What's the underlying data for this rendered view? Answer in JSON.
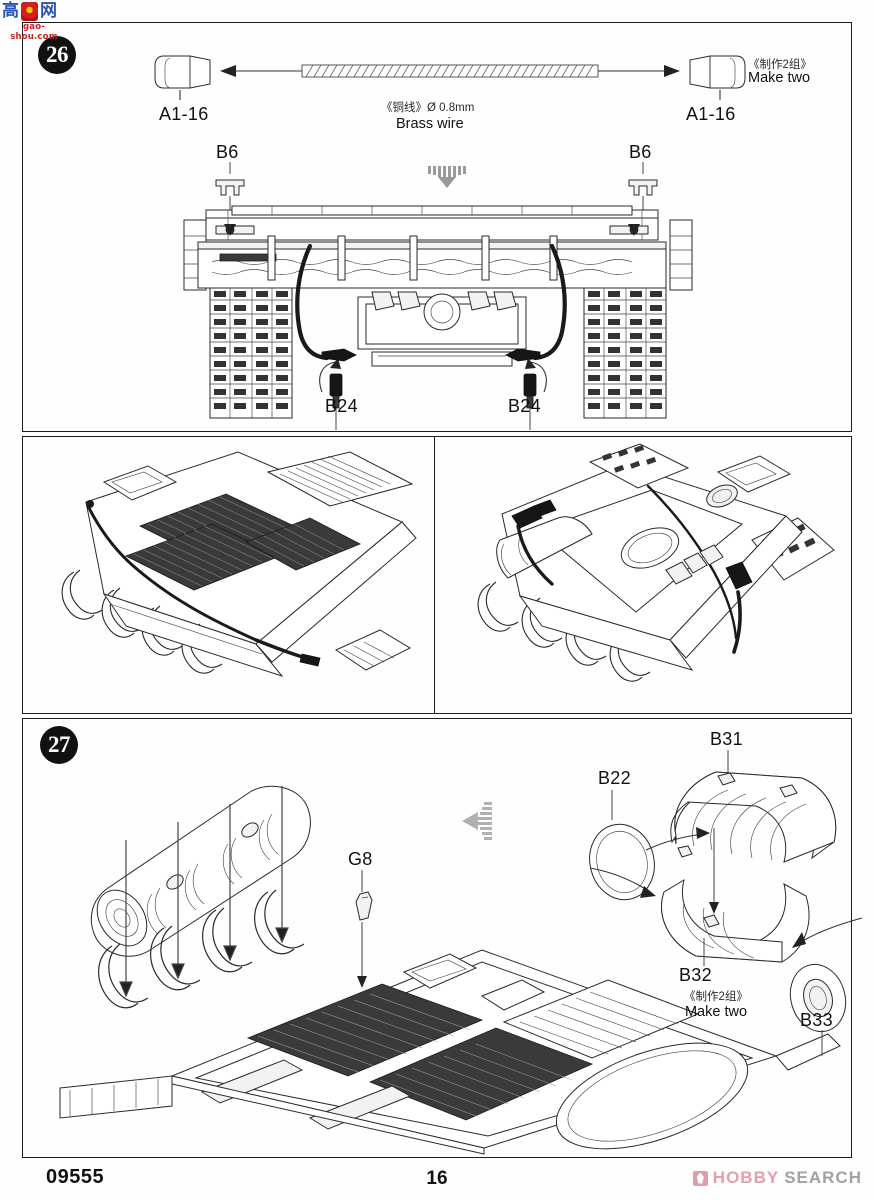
{
  "document": {
    "kit_number": "09555",
    "page_number": "16",
    "watermark_site_chars": "高手网",
    "watermark_site_url": "gao-shou.com",
    "watermark_hobby_first": "HOBBY",
    "watermark_hobby_second": "SEARCH"
  },
  "step26": {
    "badge": "26",
    "labels": {
      "a1_16_left": "A1-16",
      "a1_16_right": "A1-16",
      "b6_left": "B6",
      "b6_right": "B6",
      "b24_left": "B24",
      "b24_right": "B24"
    },
    "notes": {
      "wire_cn": "《铜线》Ø 0.8mm",
      "wire_en": "Brass wire",
      "make_two_cn": "《制作2组》",
      "make_two_en": "Make two"
    }
  },
  "photos": {
    "left_caption": "",
    "right_caption": ""
  },
  "step27": {
    "badge": "27",
    "labels": {
      "g8": "G8",
      "b22": "B22",
      "b31": "B31",
      "b32": "B32",
      "b33": "B33"
    },
    "notes": {
      "make_two_cn": "《制作2组》",
      "make_two_en": "Make two"
    }
  },
  "colors": {
    "ink": "#1a1a1a",
    "frame": "#1d1d1d",
    "badge_bg": "#111111",
    "hobby_pink": "#e08a9a",
    "hobby_gray": "#8e8e8e",
    "site_blue": "#2a55b5",
    "site_red": "#cf2020"
  }
}
